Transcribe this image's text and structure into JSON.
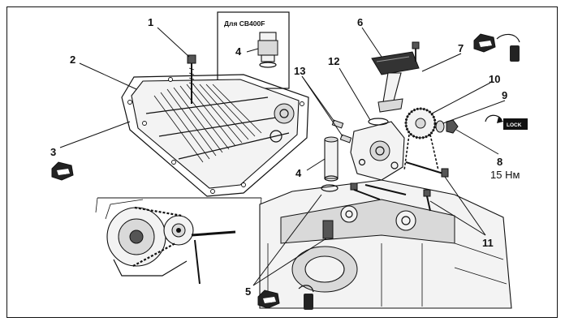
{
  "inset": {
    "title": "Для CB400F",
    "callout": "4"
  },
  "callouts": {
    "c1": "1",
    "c2": "2",
    "c3": "3",
    "c4": "4",
    "c5": "5",
    "c6": "6",
    "c7": "7",
    "c8": "8",
    "c9": "9",
    "c10": "10",
    "c11": "11",
    "c12": "12",
    "c13": "13"
  },
  "torque": {
    "value": "15 Нм"
  },
  "lock_label": "LOCK",
  "icons": {
    "oil_can": "oil-can-icon",
    "lock_agent": "thread-lock-icon",
    "colors": {
      "ink": "#111111",
      "paper": "#ffffff"
    }
  }
}
